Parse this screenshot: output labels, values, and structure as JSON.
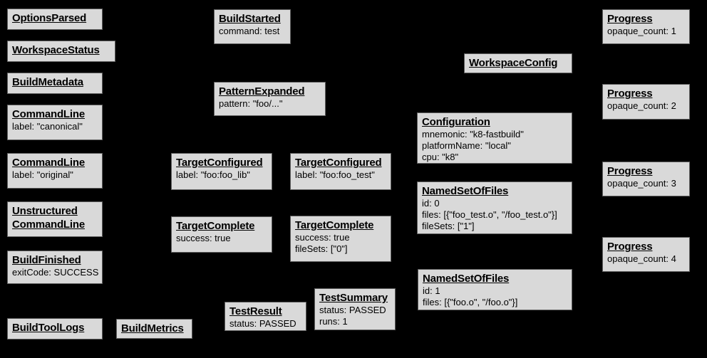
{
  "diagram": {
    "background_color": "#000000",
    "node_fill_color": "#d9d9d9",
    "node_border_color": "#5f5f5f",
    "node_text_color": "#000000"
  },
  "nodes": [
    {
      "title": "OptionsParsed",
      "lines": []
    },
    {
      "title": "WorkspaceStatus",
      "lines": []
    },
    {
      "title": "BuildMetadata",
      "lines": []
    },
    {
      "title": "CommandLine",
      "lines": [
        "label: \"canonical\""
      ]
    },
    {
      "title": "CommandLine",
      "lines": [
        "label: \"original\""
      ]
    },
    {
      "title": "Unstructured",
      "title2": "CommandLine",
      "lines": []
    },
    {
      "title": "BuildFinished",
      "lines": [
        "exitCode: SUCCESS"
      ]
    },
    {
      "title": "BuildToolLogs",
      "lines": []
    },
    {
      "title": "BuildMetrics",
      "lines": []
    },
    {
      "title": "BuildStarted",
      "lines": [
        "command: test"
      ]
    },
    {
      "title": "PatternExpanded",
      "lines": [
        "pattern: \"foo/...\""
      ]
    },
    {
      "title": "TargetConfigured",
      "lines": [
        "label: \"foo:foo_lib\""
      ]
    },
    {
      "title": "TargetConfigured",
      "lines": [
        "label: \"foo:foo_test\""
      ]
    },
    {
      "title": "TargetComplete",
      "lines": [
        "success: true"
      ]
    },
    {
      "title": "TargetComplete",
      "lines": [
        "success: true",
        "fileSets: [\"0\"]"
      ]
    },
    {
      "title": "TestResult",
      "lines": [
        "status: PASSED"
      ]
    },
    {
      "title": "TestSummary",
      "lines": [
        "status: PASSED",
        "runs: 1"
      ]
    },
    {
      "title": "WorkspaceConfig",
      "lines": []
    },
    {
      "title": "Configuration",
      "lines": [
        "mnemonic: \"k8-fastbuild\"",
        "platformName: \"local\"",
        "cpu: \"k8\""
      ]
    },
    {
      "title": "NamedSetOfFiles",
      "lines": [
        "id: 0",
        "files: [{\"foo_test.o\", \"/foo_test.o\"}]",
        "fileSets: [\"1\"]"
      ]
    },
    {
      "title": "NamedSetOfFiles",
      "lines": [
        "id: 1",
        "files: [{\"foo.o\", \"/foo.o\"}]"
      ]
    },
    {
      "title": "Progress",
      "lines": [
        "opaque_count: 1"
      ]
    },
    {
      "title": "Progress",
      "lines": [
        "opaque_count: 2"
      ]
    },
    {
      "title": "Progress",
      "lines": [
        "opaque_count: 3"
      ]
    },
    {
      "title": "Progress",
      "lines": [
        "opaque_count: 4"
      ]
    }
  ]
}
